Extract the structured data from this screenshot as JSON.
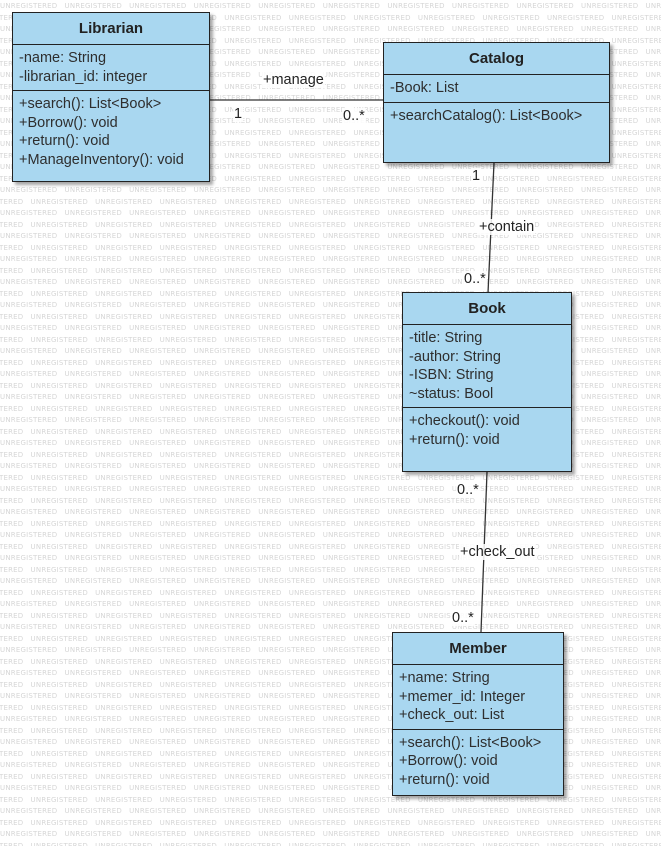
{
  "watermark": "UNREGISTERED",
  "classes": [
    {
      "name": "Librarian",
      "attributes": [
        "-name: String",
        "-librarian_id: integer"
      ],
      "operations": [
        "+search(): List<Book>",
        "+Borrow(): void",
        "+return(): void",
        "+ManageInventory(): void"
      ]
    },
    {
      "name": "Catalog",
      "attributes": [
        "-Book: List"
      ],
      "operations": [
        "+searchCatalog(): List<Book>"
      ]
    },
    {
      "name": "Book",
      "attributes": [
        "-title: String",
        "-author: String",
        "-ISBN: String",
        "~status: Bool"
      ],
      "operations": [
        "+checkout(): void",
        "+return(): void"
      ]
    },
    {
      "name": "Member",
      "attributes": [
        "+name: String",
        "+memer_id: Integer",
        "+check_out: List"
      ],
      "operations": [
        "+search(): List<Book>",
        "+Borrow(): void",
        "+return(): void"
      ]
    }
  ],
  "associations": [
    {
      "from": "Librarian",
      "to": "Catalog",
      "role": "+manage",
      "from_multiplicity": "1",
      "to_multiplicity": "0..*"
    },
    {
      "from": "Catalog",
      "to": "Book",
      "role": "+contain",
      "from_multiplicity": "1",
      "to_multiplicity": "0..*"
    },
    {
      "from": "Book",
      "to": "Member",
      "role": "+check_out",
      "from_multiplicity": "0..*",
      "to_multiplicity": "0..*"
    }
  ]
}
